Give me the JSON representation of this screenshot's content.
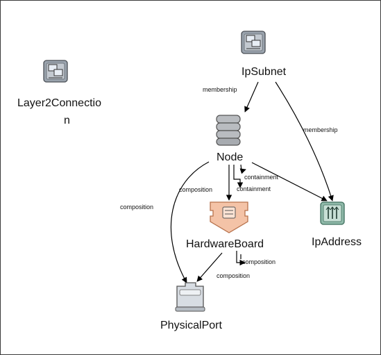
{
  "diagram": {
    "colors": {
      "icon_gray": "#9aa3ad",
      "icon_border": "#4a4f55",
      "screen_fill": "#e8eef5",
      "node_disk": "#b9bcc0",
      "board_fill": "#f4c3a7",
      "board_border": "#b7714b",
      "ip_fill": "#8fb9a9",
      "ip_border": "#3f6e5d",
      "port_fill": "#d8dde3"
    },
    "nodes": {
      "layer2": {
        "label_line1": "Layer2Connectio",
        "label_line2": "n",
        "icon": "network-connection-icon"
      },
      "ipsubnet": {
        "label": "IpSubnet",
        "icon": "network-subnet-icon"
      },
      "node": {
        "label": "Node",
        "icon": "server-stack-icon"
      },
      "hardwareboard": {
        "label": "HardwareBoard",
        "icon": "hardware-board-icon"
      },
      "ipaddress": {
        "label": "IpAddress",
        "icon": "ip-address-icon"
      },
      "physicalport": {
        "label": "PhysicalPort",
        "icon": "physical-port-icon"
      }
    },
    "edges": {
      "subnet_node": "membership",
      "subnet_ip": "membership",
      "node_port": "composition",
      "node_board": "composition",
      "node_board_containment": "containment",
      "node_ip_containment": "containment",
      "board_self": "composition",
      "board_port": "composition"
    }
  }
}
